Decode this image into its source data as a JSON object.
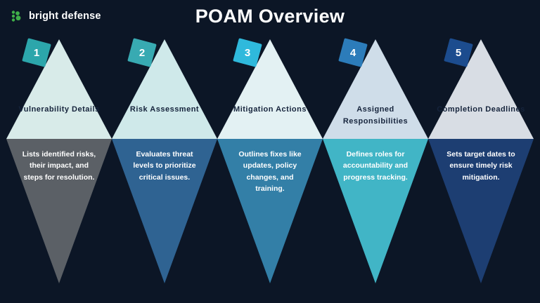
{
  "header": {
    "logo_text": "bright defense",
    "title": "POAM Overview"
  },
  "colors": {
    "background": "#0c1626",
    "title_text": "#ffffff",
    "heading_text": "#16243c",
    "body_text": "#ffffff",
    "logo_green": "#3fae49"
  },
  "columns": [
    {
      "number": "1",
      "title": "Vulnerability Details",
      "description": "Lists identified risks, their impact, and steps for resolution.",
      "badge_color": "#2ca6ab",
      "triangle_color": "#d8ebe9",
      "inverted_triangle_color": "#5b6066"
    },
    {
      "number": "2",
      "title": "Risk Assessment",
      "description": "Evaluates threat levels to prioritize critical issues.",
      "badge_color": "#38aab2",
      "triangle_color": "#cfe9ea",
      "inverted_triangle_color": "#2f6392"
    },
    {
      "number": "3",
      "title": "Mitigation Actions",
      "description": "Outlines fixes like updates, policy changes, and training.",
      "badge_color": "#2fb9dc",
      "triangle_color": "#e3f1f3",
      "inverted_triangle_color": "#337fa7"
    },
    {
      "number": "4",
      "title": "Assigned Responsibilities",
      "description": "Defines roles for accountability and progress tracking.",
      "badge_color": "#2c7cba",
      "triangle_color": "#cfdde9",
      "inverted_triangle_color": "#41b5c6"
    },
    {
      "number": "5",
      "title": "Completion Deadlines",
      "description": "Sets target dates to ensure timely risk mitigation.",
      "badge_color": "#1c4c8e",
      "triangle_color": "#d8dde4",
      "inverted_triangle_color": "#1d3e72"
    }
  ]
}
